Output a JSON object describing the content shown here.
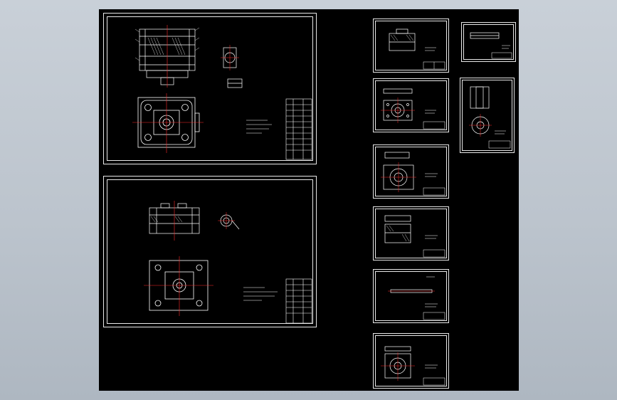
{
  "viewport": {
    "background": "#000000",
    "stroke_color": "#ffffff",
    "centerline_color": "#ff2a2a",
    "annotation_color": "#ff3030"
  },
  "sheets": [
    {
      "id": "assembly-drawing-1",
      "kind": "assembly"
    },
    {
      "id": "assembly-drawing-2",
      "kind": "assembly"
    },
    {
      "id": "part-drawing-1",
      "kind": "part"
    },
    {
      "id": "part-drawing-2",
      "kind": "part"
    },
    {
      "id": "part-drawing-3",
      "kind": "part"
    },
    {
      "id": "part-drawing-4",
      "kind": "part"
    },
    {
      "id": "part-drawing-5",
      "kind": "part"
    },
    {
      "id": "part-drawing-6",
      "kind": "part"
    },
    {
      "id": "part-drawing-7",
      "kind": "part"
    },
    {
      "id": "part-drawing-8",
      "kind": "part"
    }
  ]
}
